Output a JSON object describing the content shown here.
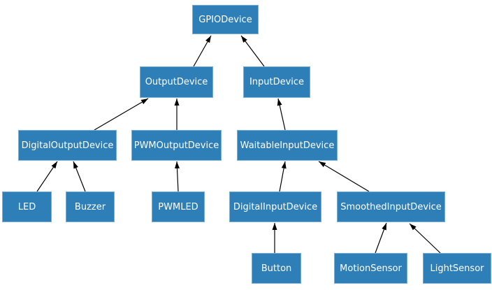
{
  "diagram": {
    "type": "class-inheritance-diagram",
    "colors": {
      "node_fill": "#2e7fb8",
      "node_text": "#ffffff",
      "edge": "#000000",
      "background": "#ffffff"
    },
    "nodes": [
      {
        "id": "GPIODevice",
        "label": "GPIODevice"
      },
      {
        "id": "OutputDevice",
        "label": "OutputDevice"
      },
      {
        "id": "InputDevice",
        "label": "InputDevice"
      },
      {
        "id": "DigitalOutputDevice",
        "label": "DigitalOutputDevice"
      },
      {
        "id": "PWMOutputDevice",
        "label": "PWMOutputDevice"
      },
      {
        "id": "WaitableInputDevice",
        "label": "WaitableInputDevice"
      },
      {
        "id": "LED",
        "label": "LED"
      },
      {
        "id": "Buzzer",
        "label": "Buzzer"
      },
      {
        "id": "PWMLED",
        "label": "PWMLED"
      },
      {
        "id": "DigitalInputDevice",
        "label": "DigitalInputDevice"
      },
      {
        "id": "SmoothedInputDevice",
        "label": "SmoothedInputDevice"
      },
      {
        "id": "Button",
        "label": "Button"
      },
      {
        "id": "MotionSensor",
        "label": "MotionSensor"
      },
      {
        "id": "LightSensor",
        "label": "LightSensor"
      }
    ],
    "edges": [
      {
        "from": "OutputDevice",
        "to": "GPIODevice"
      },
      {
        "from": "InputDevice",
        "to": "GPIODevice"
      },
      {
        "from": "DigitalOutputDevice",
        "to": "OutputDevice"
      },
      {
        "from": "PWMOutputDevice",
        "to": "OutputDevice"
      },
      {
        "from": "WaitableInputDevice",
        "to": "InputDevice"
      },
      {
        "from": "LED",
        "to": "DigitalOutputDevice"
      },
      {
        "from": "Buzzer",
        "to": "DigitalOutputDevice"
      },
      {
        "from": "PWMLED",
        "to": "PWMOutputDevice"
      },
      {
        "from": "DigitalInputDevice",
        "to": "WaitableInputDevice"
      },
      {
        "from": "SmoothedInputDevice",
        "to": "WaitableInputDevice"
      },
      {
        "from": "Button",
        "to": "DigitalInputDevice"
      },
      {
        "from": "MotionSensor",
        "to": "SmoothedInputDevice"
      },
      {
        "from": "LightSensor",
        "to": "SmoothedInputDevice"
      }
    ]
  }
}
